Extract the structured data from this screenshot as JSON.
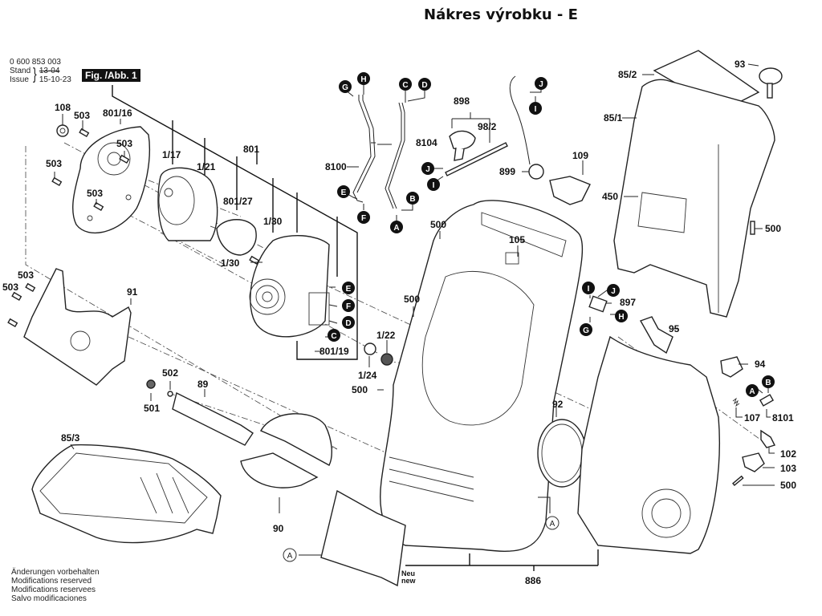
{
  "header": {
    "title": "Nákres výrobku - E"
  },
  "document": {
    "part_number": "0 600 853 003",
    "stand_label": "Stand",
    "issue_label": "Issue",
    "stand_value_struck": "13-04",
    "issue_value": "15-10-23",
    "figure_label": "Fig. /Abb. 1"
  },
  "footnote": {
    "lines": [
      "Änderungen vorbehalten",
      "Modifications reserved",
      "Modifications reservees",
      "Salvo modificaciones"
    ]
  },
  "parts": {
    "p108": "108",
    "p503a": "503",
    "p801_16": "801/16",
    "p503b": "503",
    "p503c": "503",
    "p503d": "503",
    "p1_17": "1/17",
    "p1_21": "1/21",
    "p801": "801",
    "p801_27": "801/27",
    "p1_30a": "1/30",
    "p1_30b": "1/30",
    "p503e": "503",
    "p503f": "503",
    "p91": "91",
    "p801_19": "801/19",
    "p8100": "8100",
    "p8104": "8104",
    "p898": "898",
    "p98_2": "98/2",
    "p899": "899",
    "p109": "109",
    "p85_2": "85/2",
    "p93": "93",
    "p85_1": "85/1",
    "p450": "450",
    "p500a": "500",
    "p500b": "500",
    "p105": "105",
    "p500c": "500",
    "p1_22": "1/22",
    "p1_24": "1/24",
    "p500d": "500",
    "p897": "897",
    "p95": "95",
    "p94": "94",
    "p107": "107",
    "p8101": "8101",
    "p102": "102",
    "p103": "103",
    "p500e": "500",
    "p92": "92",
    "p502": "502",
    "p501": "501",
    "p89": "89",
    "p90": "90",
    "p85_3": "85/3",
    "p886": "886",
    "neu": "Neu",
    "new": "new"
  },
  "connectors": {
    "G": "G",
    "H": "H",
    "C": "C",
    "D": "D",
    "E": "E",
    "F": "F",
    "A": "A",
    "B": "B",
    "J": "J",
    "I": "I",
    "ref": "A"
  }
}
